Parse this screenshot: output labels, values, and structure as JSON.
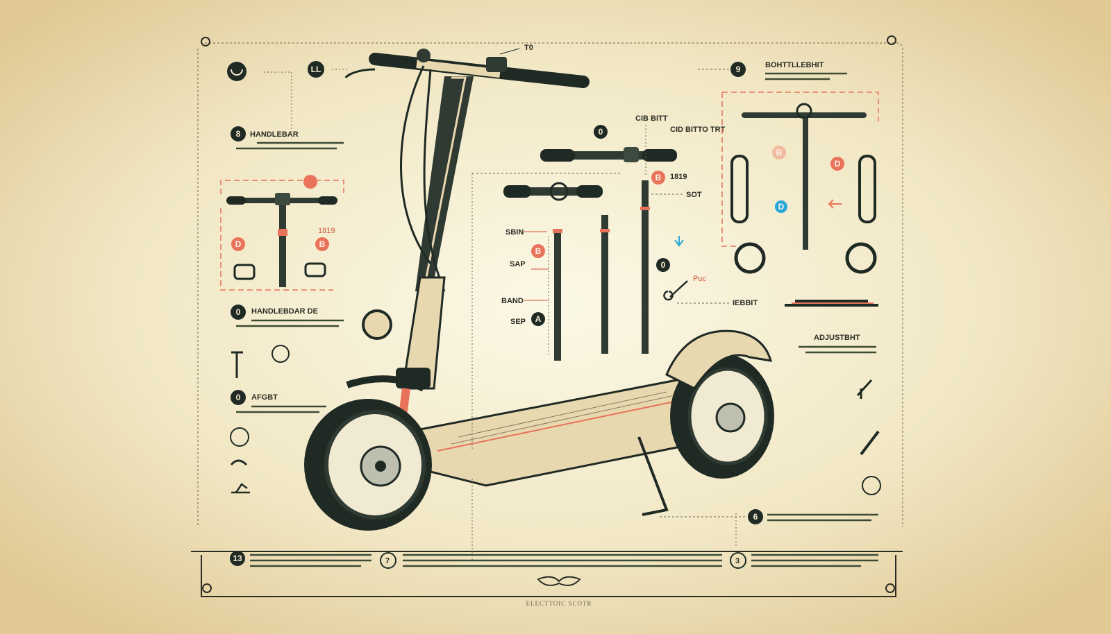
{
  "title": "ELECTTOIC SCOTR",
  "colors": {
    "paper": "#f6f1d8",
    "frame": "#8a7a5a",
    "ink": "#1f2a24",
    "accent": "#e8735a",
    "blue": "#2aa6d8",
    "body": "#e8d8b0"
  },
  "left_panel": {
    "section1": {
      "badge": "8",
      "label": "HANDLEBAR"
    },
    "section2": {
      "badge": "0",
      "label": "HANDLEBDAR DE"
    },
    "section3": {
      "badge": "0",
      "label": "AFGBT"
    },
    "inset_badges": [
      "D",
      "B"
    ],
    "inset_label": "1819",
    "top_badge": "LL"
  },
  "center": {
    "labels": {
      "top": "T0",
      "stem_a": "CIB BITT",
      "stem_b": "CID BITTO TRT",
      "badge_a": "0",
      "badge_b": "B",
      "b_label": "1819",
      "sot": "SOT",
      "sbin": "SBIN",
      "sap": "SAP",
      "band": "BAND",
      "sep": "SEP",
      "sep_badge": "A",
      "badge_c": "0",
      "puc": "Puc",
      "iebbit": "IEBBIT",
      "sap_badge": "B"
    }
  },
  "right_panel": {
    "header": {
      "badge": "9",
      "label": "BOHTTLLEBHIT"
    },
    "adjust_label": "ADJUSTBHT",
    "inset_badges": [
      "B",
      "D",
      "D"
    ],
    "bottom_badge": "6"
  },
  "footer": {
    "badges": [
      "13",
      "7",
      "3"
    ]
  }
}
